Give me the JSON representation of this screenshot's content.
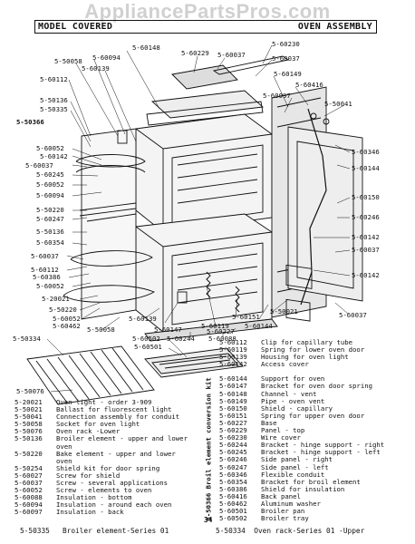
{
  "watermark": "AppliancePartsPros.com",
  "header": {
    "left": "MODEL COVERED",
    "right": "OVEN ASSEMBLY"
  },
  "callouts": {
    "c1": "5-60148",
    "c2": "5-60229",
    "c3": "5-60037",
    "c4": "5-60230",
    "c5": "5-60037",
    "c6": "5-50058",
    "c7": "5-60094",
    "c8": "5-60139",
    "c9": "5-60112",
    "c10": "5-60149",
    "c11": "5-60416",
    "c12": "5-60097",
    "c13": "5-50136",
    "c14": "5-50335",
    "c15": "5-50366",
    "c16": "5-50041",
    "c17": "5-60052",
    "c18": "5-60142",
    "c19": "5-60037",
    "c20": "5-60245",
    "c21": "5-60052",
    "c22": "5-60094",
    "c23": "5-50220",
    "c24": "5-60247",
    "c25": "5-50136",
    "c26": "5-60354",
    "c27": "5-60037",
    "c28": "5-60112",
    "c29": "5-60386",
    "c30": "5-60052",
    "c31": "5-20021",
    "c32": "5-50220",
    "c33": "5-60052",
    "c34": "5-60462",
    "c35": "5-50058",
    "c36": "5-60139",
    "c37": "5-60147",
    "c38": "5-60119",
    "c39": "5-60151",
    "c40": "5-60144",
    "c41": "5-50021",
    "c42": "5-60346",
    "c43": "5-60144",
    "c44": "5-60150",
    "c45": "5-60246",
    "c46": "5-60142",
    "c47": "5-60037",
    "c48": "5-60142",
    "c49": "5-60037",
    "c50": "5-50334",
    "c51": "5-60502",
    "c52": "5-60244",
    "c53": "5-60088",
    "c54": "5-60227",
    "c55": "5-60501",
    "c56": "5-50076"
  },
  "parts_left": [
    {
      "num": "5-20021",
      "desc": "Oven light - order 3-909"
    },
    {
      "num": "5-50021",
      "desc": "Ballast for fluorescent light"
    },
    {
      "num": "5-50041",
      "desc": "Connection assembly for conduit"
    },
    {
      "num": "5-50058",
      "desc": "Socket for oven light"
    },
    {
      "num": "5-50076",
      "desc": "Oven rack -Lower"
    },
    {
      "num": "5-50136",
      "desc": "Broiler element - upper and lower"
    },
    {
      "num": "",
      "desc": "oven"
    },
    {
      "num": "5-50220",
      "desc": "Bake element - upper and lower"
    },
    {
      "num": "",
      "desc": "oven"
    },
    {
      "num": "5-50254",
      "desc": "Shield kit for door spring"
    },
    {
      "num": "5-60027",
      "desc": "Screw for shield"
    },
    {
      "num": "5-60037",
      "desc": "Screw - several applications"
    },
    {
      "num": "5-60052",
      "desc": "Screw - elements to oven"
    },
    {
      "num": "5-60088",
      "desc": "Insulation - bottom"
    },
    {
      "num": "5-60094",
      "desc": "Insulation - around each oven"
    },
    {
      "num": "5-60097",
      "desc": "Insulation - back"
    }
  ],
  "parts_right": [
    {
      "num": "5-60112",
      "desc": "Clip for capillary tube"
    },
    {
      "num": "5-60119",
      "desc": "Spring for lower oven door"
    },
    {
      "num": "5-60139",
      "desc": "Housing for oven light"
    },
    {
      "num": "5-60142",
      "desc": "Access cover"
    },
    {
      "num": "",
      "desc": ""
    },
    {
      "num": "5-60144",
      "desc": "Support for oven"
    },
    {
      "num": "5-60147",
      "desc": "Bracket for oven door spring"
    },
    {
      "num": "5-60148",
      "desc": "Channel - vent"
    },
    {
      "num": "5-60149",
      "desc": "Pipe - oven vent"
    },
    {
      "num": "5-60150",
      "desc": "Shield - capillary"
    },
    {
      "num": "5-60151",
      "desc": "Spring for upper oven door"
    },
    {
      "num": "5-60227",
      "desc": "Base"
    },
    {
      "num": "5-60229",
      "desc": "Panel - top"
    },
    {
      "num": "5-60230",
      "desc": "Wire cover"
    },
    {
      "num": "5-60244",
      "desc": "Bracket - hinge support - right"
    },
    {
      "num": "5-60245",
      "desc": "Bracket - hinge support - left"
    },
    {
      "num": "5-60246",
      "desc": "Side panel - right"
    },
    {
      "num": "5-60247",
      "desc": "Side panel - left"
    },
    {
      "num": "5-60346",
      "desc": "Flexible conduit"
    },
    {
      "num": "5-60354",
      "desc": "Bracket for broil element"
    },
    {
      "num": "5-60386",
      "desc": "Shield for insulation"
    },
    {
      "num": "5-60416",
      "desc": "Back panel"
    },
    {
      "num": "5-60462",
      "desc": "Aluminum washer"
    },
    {
      "num": "5-60501",
      "desc": "Broiler pan"
    },
    {
      "num": "5-60502",
      "desc": "Broiler tray"
    }
  ],
  "kit_label": "5-50366 Broil element conversion kit",
  "page_number": "34",
  "footer": {
    "left_num": "5-50335",
    "left_desc": "Broiler element-Series 01",
    "right_num": "5-50334",
    "right_desc": "Oven rack-Series 01 -Upper"
  }
}
